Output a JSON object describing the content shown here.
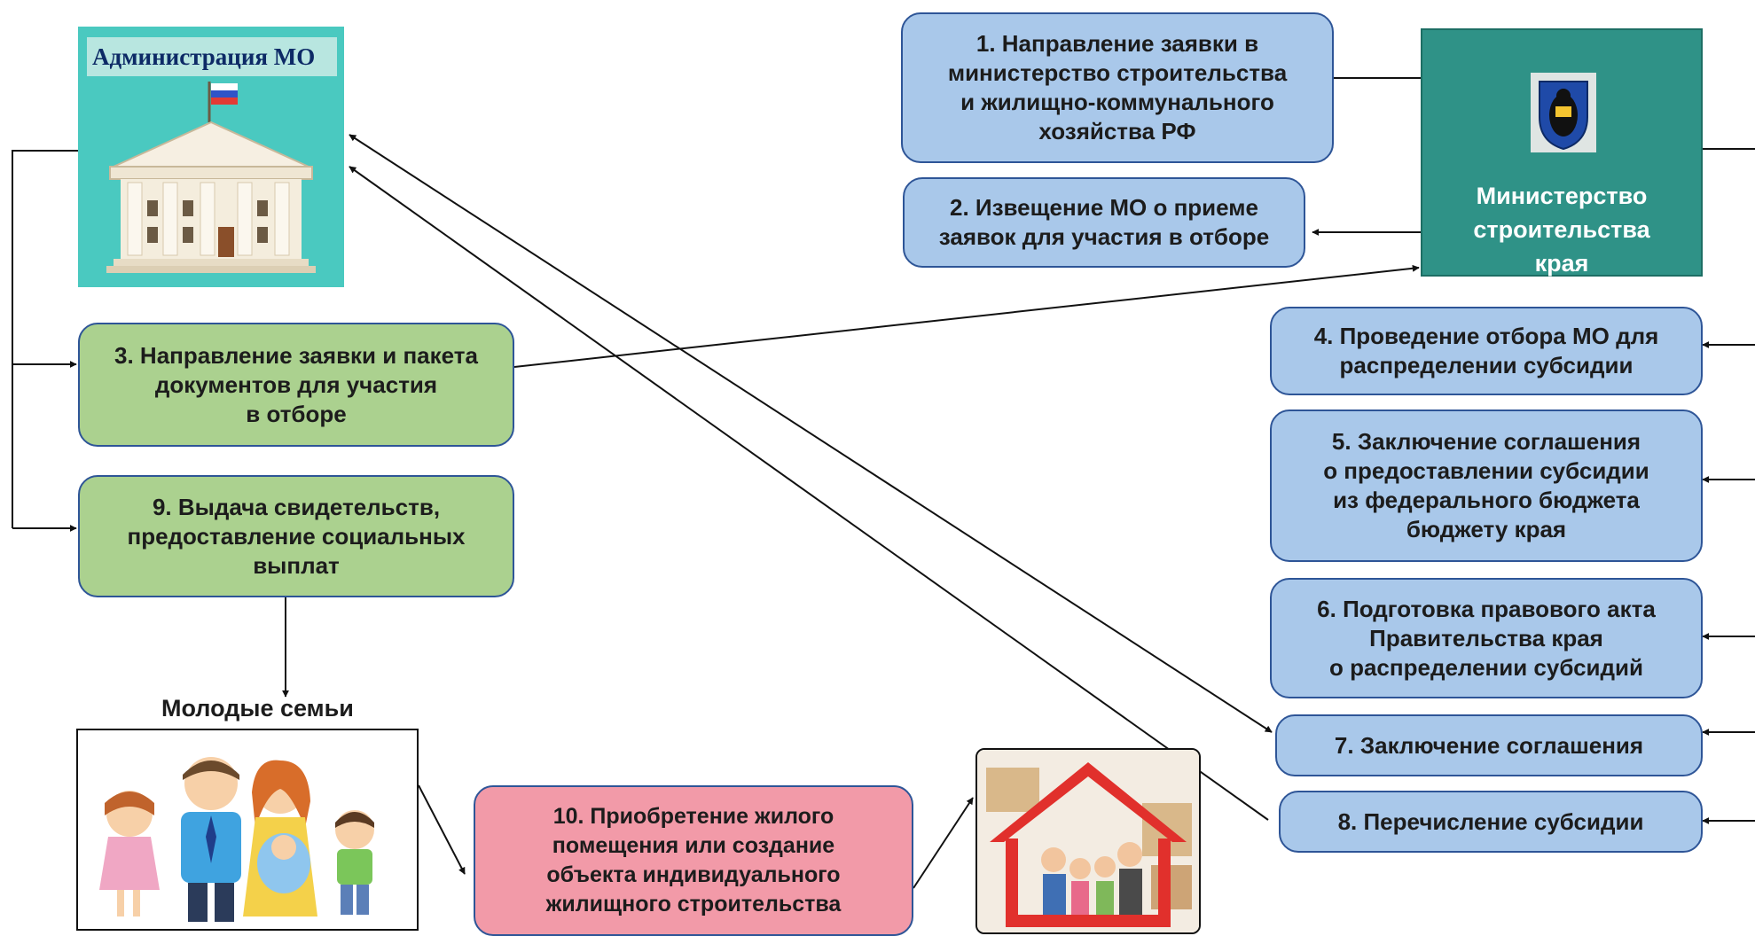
{
  "admin": {
    "title": "Администрация МО"
  },
  "ministry": {
    "label": "Министерство\nстроительства\nкрая"
  },
  "steps": {
    "s1": "1.  Направление заявки в\nминистерство строительства\nи жилищно-коммунального\nхозяйства РФ",
    "s2": "2. Извещение МО о приеме\nзаявок для участия в отборе",
    "s3": "3. Направление заявки и пакета\nдокументов для участия\nв отборе",
    "s4": "4. Проведение отбора МО для\nраспределении субсидии",
    "s5": "5. Заключение соглашения\nо предоставлении субсидии\nиз федерального бюджета\nбюджету края",
    "s6": "6. Подготовка правового акта\nПравительства края\nо распределении субсидий",
    "s7": "7. Заключение соглашения",
    "s8": "8. Перечисление субсидии",
    "s9": "9. Выдача свидетельств,\nпредоставление социальных\nвыплат",
    "s10": "10. Приобретение жилого\nпомещения или создание\nобъекта индивидуального\nжилищного строительства"
  },
  "families": {
    "caption": "Молодые семьи"
  },
  "colors": {
    "blue_box": "#a9c8ea",
    "green_box": "#abd18f",
    "pink_box": "#f29aa8",
    "ministry": "#2f9287",
    "admin_bg": "#4ac9c0",
    "border": "#2e5597"
  }
}
